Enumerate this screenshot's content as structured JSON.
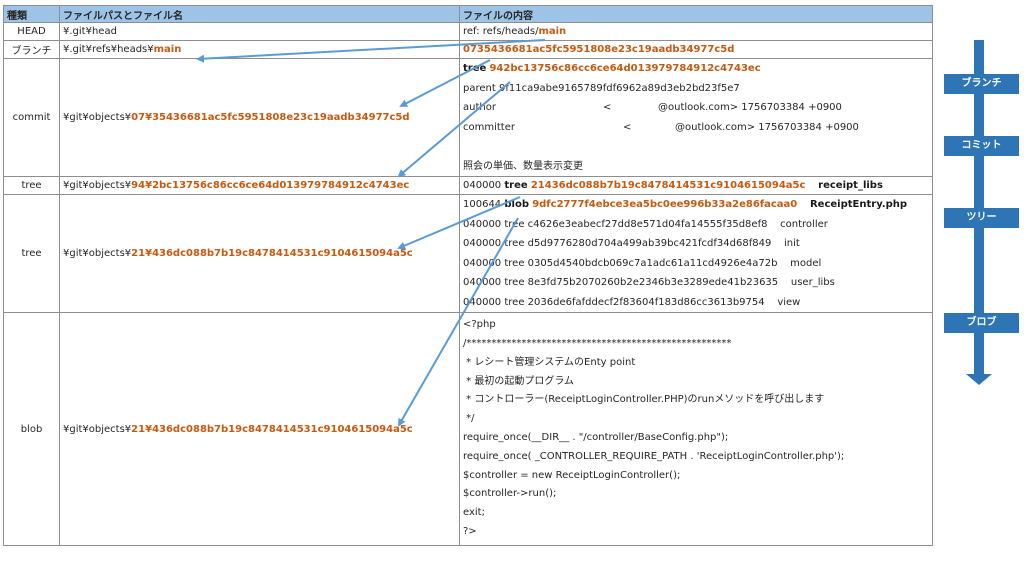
{
  "headers": {
    "kind": "種類",
    "path": "ファイルパスとファイル名",
    "content": "ファイルの内容"
  },
  "head_row": {
    "kind": "HEAD",
    "path": "¥.git¥head",
    "content_prefix": "ref: refs/heads/",
    "content_branch": "main"
  },
  "branch_row": {
    "kind": "ブランチ",
    "path_prefix": "¥.git¥refs¥heads¥",
    "path_branch": "main",
    "content": "0735436681ac5fc5951808e23c19aadb34977c5d"
  },
  "commit_row": {
    "kind": "commit",
    "path_prefix": "¥git¥objects¥",
    "path_dir": "07",
    "path_sep": "¥",
    "path_file": "35436681ac5fc5951808e23c19aadb34977c5d",
    "tree_word": "tree",
    "tree_hash": "942bc13756c86cc6ce64d013979784912c4743ec",
    "parent": "parent 9f11ca9abe9165789fdf6962a89d3eb2bd23f5e7",
    "author_label": "author",
    "author_lt": "<",
    "author_email": "@outlook.com> 1756703384 +0900",
    "committer_label": "committer",
    "committer_lt": "<",
    "committer_email": "@outlook.com> 1756703384 +0900",
    "message": "照会の単価、数量表示変更"
  },
  "tree1_row": {
    "kind": "tree",
    "path_prefix": "¥git¥objects¥",
    "path_dir": "94",
    "path_sep": "¥",
    "path_file": "2bc13756c86cc6ce64d013979784912c4743ec",
    "mode": "040000",
    "type": "tree",
    "hash": "21436dc088b7b19c8478414531c9104615094a5c",
    "name": "receipt_libs"
  },
  "tree2_row": {
    "kind": "tree",
    "path_prefix": "¥git¥objects¥",
    "path_dir": "21",
    "path_sep": "¥",
    "path_file": "436dc088b7b19c8478414531c9104615094a5c",
    "blob_mode": "100644",
    "blob_type": "blob",
    "blob_hash": "9dfc2777f4ebce3ea5bc0ee996b33a2e86facaa0",
    "blob_name": "ReceiptEntry.php",
    "entries": [
      "040000 tree c4626e3eabecf27dd8e571d04fa14555f35d8ef8    controller",
      "040000 tree d5d9776280d704a499ab39bc421fcdf34d68f849    init",
      "040000 tree 0305d4540bdcb069c7a1adc61a11cd4926e4a72b    model",
      "040000 tree 8e3fd75b2070260b2e2346b3e3289ede41b23635    user_libs",
      "040000 tree 2036de6fafddecf2f83604f183d86cc3613b9754    view"
    ]
  },
  "blob_row": {
    "kind": "blob",
    "path_prefix": "¥git¥objects¥",
    "path_dir": "21",
    "path_sep": "¥",
    "path_file": "436dc088b7b19c8478414531c9104615094a5c",
    "lines": [
      "<?php",
      "/*****************************************************",
      " * レシート管理システムのEnty point",
      " * 最初の起動プログラム",
      " * コントローラー(ReceiptLoginController.PHP)のrunメソッドを呼び出します",
      " */",
      "require_once(__DIR__ . \"/controller/BaseConfig.php\");",
      "require_once( _CONTROLLER_REQUIRE_PATH . 'ReceiptLoginController.php');",
      "$controller = new ReceiptLoginController();",
      "$controller->run();",
      "exit;",
      "?>"
    ]
  },
  "side_labels": [
    "ブランチ",
    "コミット",
    "ツリー",
    "ブロブ"
  ],
  "colors": {
    "header_bg": "#9dc3e6",
    "highlight": "#c55a11",
    "arrow": "#5b9bd5",
    "side_label_bg": "#2e75b6",
    "side_arrow": "#2e75b6"
  }
}
